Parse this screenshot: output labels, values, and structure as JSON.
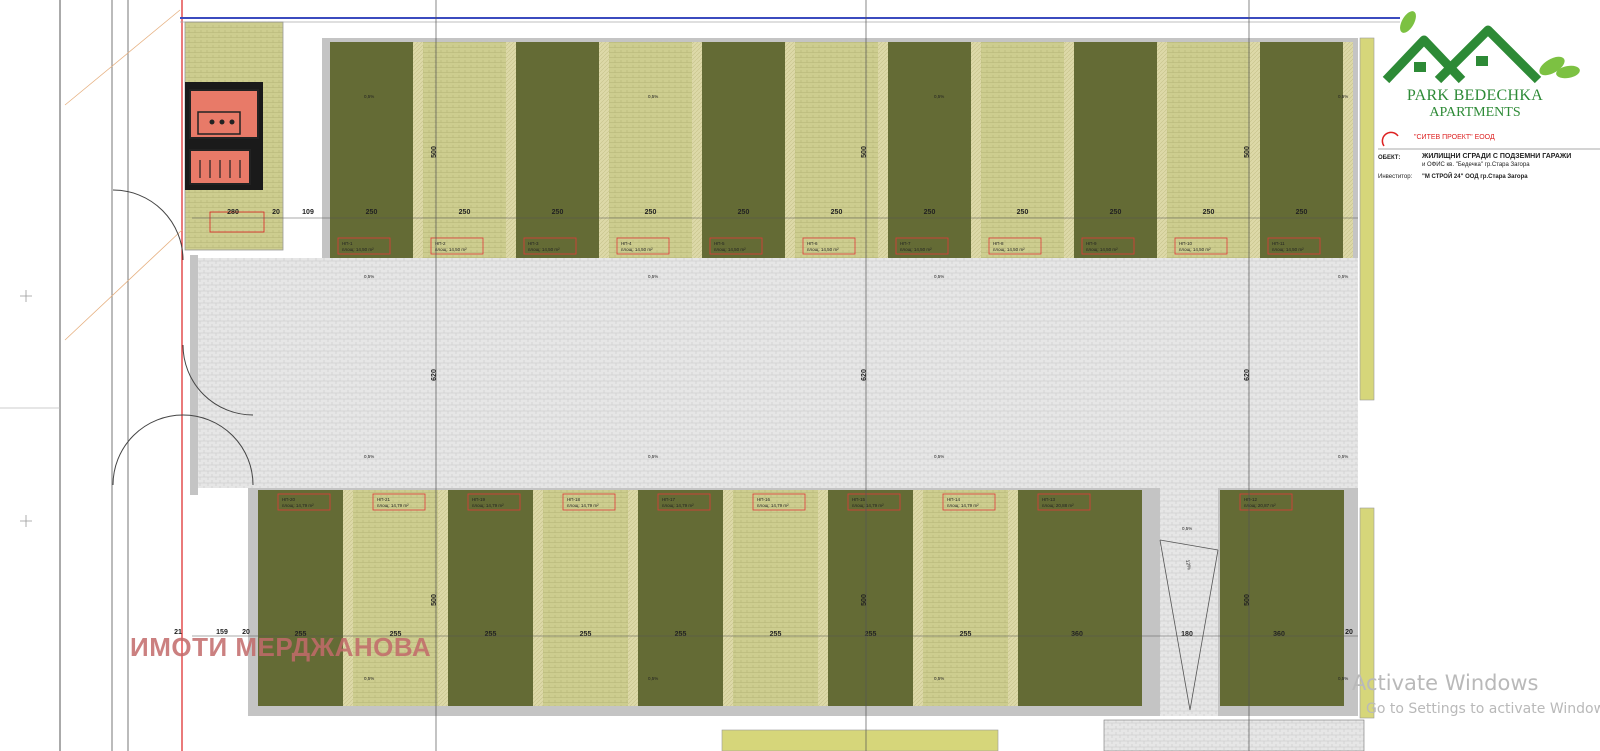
{
  "brand": {
    "name": "PARK BEDECHKA",
    "sub": "APARTMENTS",
    "green": "#2d8a36",
    "leaf": "#7cc142"
  },
  "titleblock": {
    "company": "\"СИТЕВ ПРОЕКТ\" ЕООД",
    "object_label": "ОБЕКТ:",
    "object_line1": "ЖИЛИЩНИ СГРАДИ С ПОДЗЕМНИ ГАРАЖИ",
    "object_line2": "и ОФИС кв. \"Бедечка\" гр.Стара Загора",
    "investor_label": "Инвеститор:",
    "investor": "\"М СТРОЙ 24\" ООД гр.Стара Загора"
  },
  "watermark": "ИМОТИ МЕРДЖАНОВА",
  "activation": {
    "line1": "Activate Windows",
    "line2": "Go to Settings to activate Windows."
  },
  "colors": {
    "dark_bay": "#646b35",
    "light_bay": "#c9ca8c",
    "aisle": "#e4e4e4",
    "wall": "#bdbdbd",
    "red": "#e03a3a"
  },
  "dimensions": {
    "top_width": "250",
    "left_room": "280",
    "wall_20": "20",
    "gap_109": "109",
    "top_depth": "500",
    "aisle_depth": "620",
    "bottom_depth": "500",
    "bottom_width": "255",
    "bottom_wide": "360",
    "ramp": "180",
    "left_21": "21",
    "left_159": "159",
    "slope": "0,5%",
    "ramp_slope": "12%"
  },
  "top_spaces": [
    {
      "id": "НП-1",
      "area": "площ: 14,50 m²",
      "shade": "dark"
    },
    {
      "id": "НП-2",
      "area": "площ: 14,50 m²",
      "shade": "light"
    },
    {
      "id": "НП-3",
      "area": "площ: 14,50 m²",
      "shade": "dark"
    },
    {
      "id": "НП-4",
      "area": "площ: 14,50 m²",
      "shade": "light"
    },
    {
      "id": "НП-5",
      "area": "площ: 14,50 m²",
      "shade": "dark"
    },
    {
      "id": "НП-6",
      "area": "площ: 14,50 m²",
      "shade": "light"
    },
    {
      "id": "НП-7",
      "area": "площ: 14,50 m²",
      "shade": "dark"
    },
    {
      "id": "НП-8",
      "area": "площ: 14,50 m²",
      "shade": "light"
    },
    {
      "id": "НП-9",
      "area": "площ: 14,50 m²",
      "shade": "dark"
    },
    {
      "id": "НП-10",
      "area": "площ: 14,50 m²",
      "shade": "light"
    },
    {
      "id": "НП-11",
      "area": "площ: 14,50 m²",
      "shade": "dark"
    }
  ],
  "bottom_spaces": [
    {
      "id": "НП-20",
      "area": "площ: 14,79 m²",
      "shade": "dark",
      "w": "255"
    },
    {
      "id": "НП-21",
      "area": "площ: 14,79 m²",
      "shade": "light",
      "w": "255"
    },
    {
      "id": "НП-19",
      "area": "площ: 14,79 m²",
      "shade": "dark",
      "w": "255"
    },
    {
      "id": "НП-18",
      "area": "площ: 14,79 m²",
      "shade": "light",
      "w": "255"
    },
    {
      "id": "НП-17",
      "area": "площ: 14,79 m²",
      "shade": "dark",
      "w": "255"
    },
    {
      "id": "НП-16",
      "area": "площ: 14,79 m²",
      "shade": "light",
      "w": "255"
    },
    {
      "id": "НП-15",
      "area": "площ: 14,79 m²",
      "shade": "dark",
      "w": "255"
    },
    {
      "id": "НП-14",
      "area": "площ: 14,79 m²",
      "shade": "light",
      "w": "255"
    },
    {
      "id": "НП-13",
      "area": "площ: 20,88 m²",
      "shade": "dark",
      "w": "360"
    },
    {
      "id": "НП-12",
      "area": "площ: 20,87 m²",
      "shade": "dark",
      "w": "360"
    }
  ]
}
